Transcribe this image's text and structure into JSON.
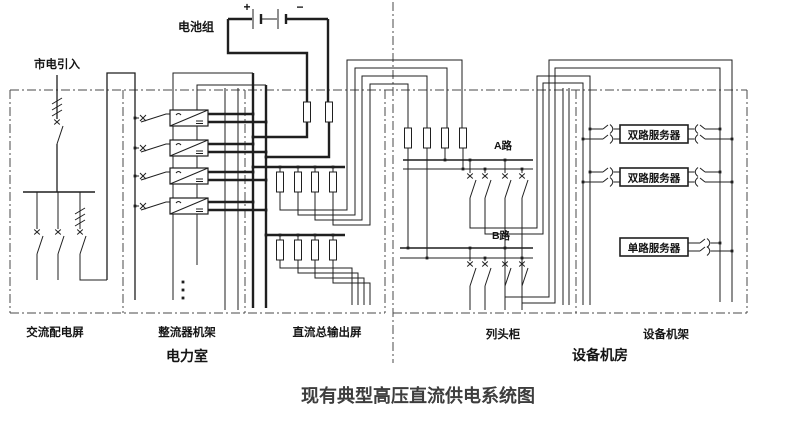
{
  "diagram": {
    "title": "现有典型高压直流供电系统图",
    "power_room": {
      "label": "电力室",
      "mains_input_label": "市电引入",
      "battery_label": "电池组",
      "battery_plus": "+",
      "battery_minus": "−",
      "sections": {
        "ac_panel": "交流配电屏",
        "rectifier_rack": "整流器机架",
        "dc_output_panel": "直流总输出屏"
      }
    },
    "equipment_room": {
      "label": "设备机房",
      "sections": {
        "row_head_cabinet": "列头柜",
        "equipment_rack": "设备机架"
      },
      "route_a_label": "A路",
      "route_b_label": "B路",
      "servers": {
        "dual_1": "双路服务器",
        "dual_2": "双路服务器",
        "single": "单路服务器"
      }
    },
    "colors": {
      "line": "#1f1f1f",
      "boundary": "#4a4a4a",
      "background": "#ffffff"
    }
  }
}
